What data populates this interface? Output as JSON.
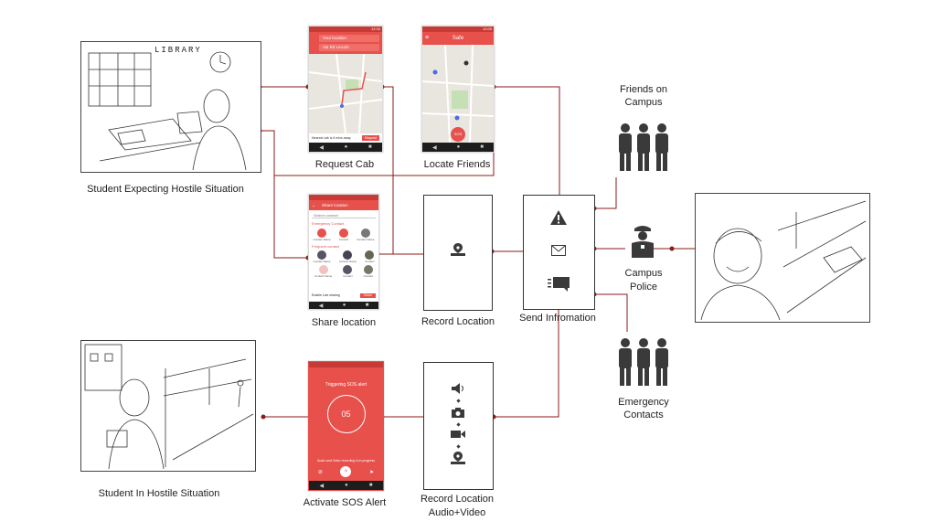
{
  "labels": {
    "student_expecting": "Student Expecting Hostile Situation",
    "student_in": "Student In Hostile Situation",
    "request_cab": "Request Cab",
    "locate_friends": "Locate Friends",
    "share_location": "Share location",
    "record_location": "Record Location",
    "send_information": "Send Infromation",
    "friends_on_campus_1": "Friends on",
    "friends_on_campus_2": "Campus",
    "campus_police_1": "Campus",
    "campus_police_2": "Police",
    "emergency_1": "Emergency",
    "emergency_2": "Contacts",
    "activate_sos": "Activate SOS Alert",
    "record_av_1": "Record Location",
    "record_av_2": "Audio+Video"
  },
  "sketch_text": {
    "library": "LIBRARY"
  },
  "phones": {
    "cab": {
      "from": "Your location",
      "to": "Via Rd Lincoln",
      "footer": "Nearest cab is 6 mins away",
      "button": "Request",
      "status": "12:00"
    },
    "friends": {
      "title": "Safe",
      "sos": "SOS",
      "status": "12:00"
    },
    "share": {
      "title": "Share location",
      "search": "Search contact",
      "section1": "Emergency Contact",
      "section2": "Frequent contact",
      "contacts1": [
        "Contact Name",
        "Contact",
        "Contact Name"
      ],
      "contacts2": [
        "Contact Name",
        "Contact Name",
        "Contact"
      ],
      "contacts3": [
        "Contact Name",
        "Contact",
        "Contact"
      ],
      "footer": "Enable Live sharing",
      "button": "Share"
    },
    "sos": {
      "title": "Triggering SOS alert",
      "count": "05",
      "note": "Audio and Video recording is in progress"
    }
  },
  "colors": {
    "accent": "#e8504b",
    "accent_dark": "#c73a35",
    "line": "#8b1a1a",
    "icon": "#3a3a3a"
  }
}
